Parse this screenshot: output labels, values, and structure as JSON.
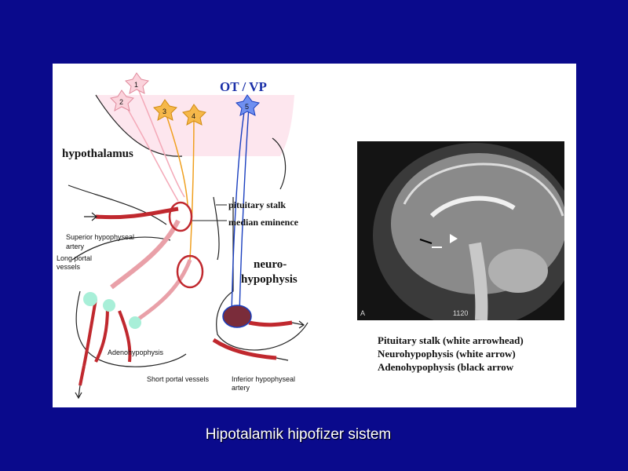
{
  "slide": {
    "title": "Hipotalamik hipofizer sistem",
    "background": "#0a0a8c"
  },
  "diagram": {
    "header": "OT / VP",
    "labels": {
      "hypothalamus": "hypothalamus",
      "pituitary_stalk": "pituitary stalk",
      "median_eminence": "median eminence",
      "neuro_line1": "neuro-",
      "neuro_line2": "hypophysis",
      "superior_artery_1": "Superior hypophyseal",
      "superior_artery_2": "artery",
      "long_portal_1": "Long portal",
      "long_portal_2": "vessels",
      "adenohypophysis": "Adenohypophysis",
      "short_portal": "Short portal vessels",
      "inferior_artery_1": "Inferior hypophyseal",
      "inferior_artery_2": "artery"
    },
    "neurons": [
      "1",
      "2",
      "3",
      "4",
      "5"
    ],
    "colors": {
      "vessel": "#c0282e",
      "neuron_pink": "#f4a9b8",
      "neuron_orange": "#f0a020",
      "neuron_blue": "#1a3fbf",
      "hypothalamus_fill": "#fde6ee"
    }
  },
  "mri": {
    "caption_lines": [
      "Pituitary stalk (white arrowhead)",
      "Neurohypophysis (white arrow)",
      "Adenohypophysis (black arrow"
    ],
    "corner_label": "A",
    "scale_text": "1120"
  }
}
